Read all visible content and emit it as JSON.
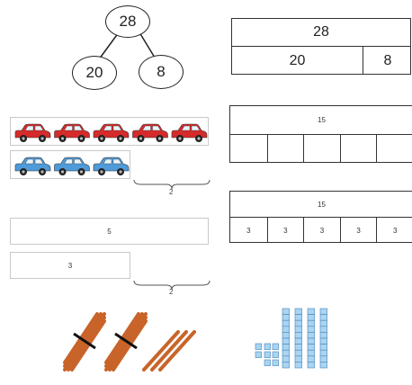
{
  "number_bond": {
    "whole": "28",
    "part_a": "20",
    "part_b": "8"
  },
  "bar_model": {
    "whole": "28",
    "part_a": "20",
    "part_b": "8"
  },
  "cars": {
    "red_count": 5,
    "blue_count": 3,
    "brace_label": "2",
    "colors": {
      "red": "#d62b2b",
      "blue": "#4f9bd9"
    }
  },
  "bar_fifteen_empty": {
    "total": "15",
    "segments": [
      "",
      "",
      "",
      "",
      ""
    ]
  },
  "bar_fifteen_threes": {
    "total": "15",
    "segments": [
      "3",
      "3",
      "3",
      "3",
      "3"
    ]
  },
  "compare_bars": {
    "long_label": "5",
    "short_label": "3",
    "brace_label": "2"
  },
  "sticks": {
    "bundles": 2,
    "singles": 3,
    "color": "#c8642a"
  },
  "blocks": {
    "tens": 4,
    "ones": 8,
    "color": "#a9d4f2"
  }
}
